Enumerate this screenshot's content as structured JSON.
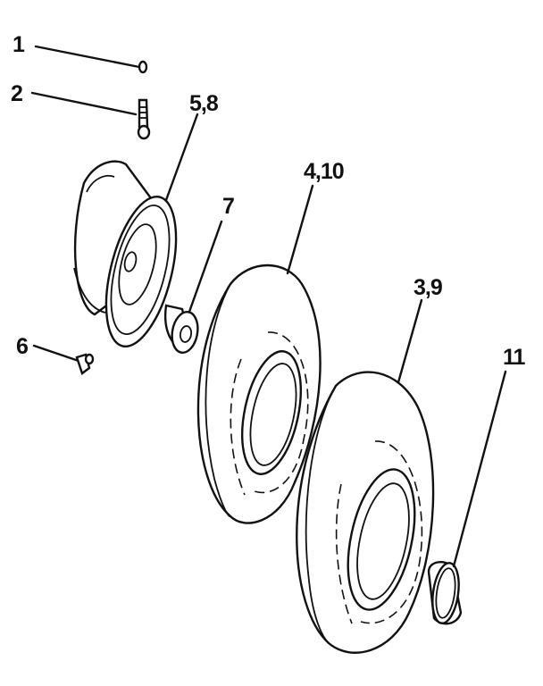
{
  "callouts": {
    "c1": "1",
    "c2": "2",
    "c58": "5,8",
    "c7": "7",
    "c410": "4,10",
    "c39": "3,9",
    "c6": "6",
    "c11": "11"
  }
}
